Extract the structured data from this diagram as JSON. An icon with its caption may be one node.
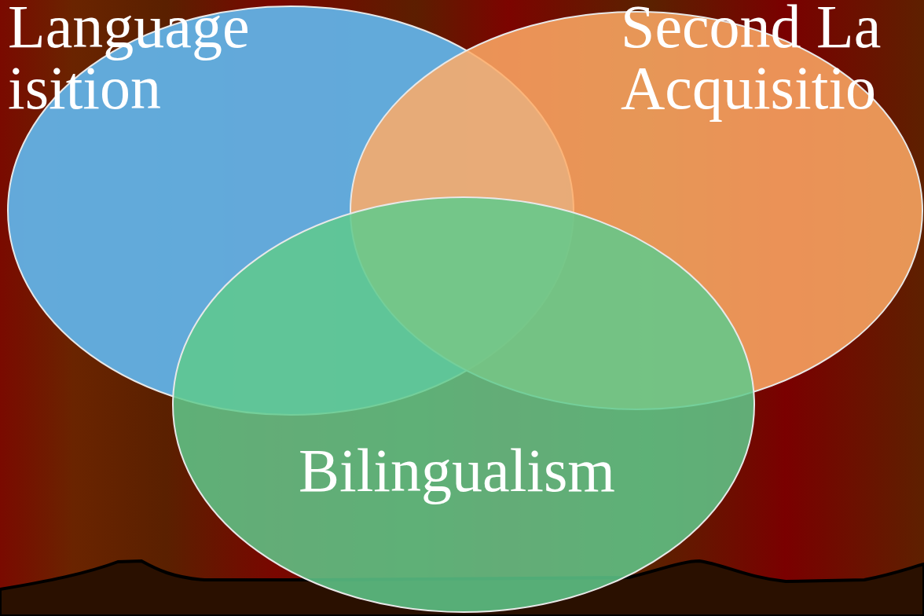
{
  "diagram": {
    "nodes": [
      {
        "text": [
          "Language isition"
        ]
      },
      {
        "text": [
          "Second La Acquisitio"
        ]
      },
      {
        "text": [
          "Bilingualism"
        ]
      }
    ]
  }
}
